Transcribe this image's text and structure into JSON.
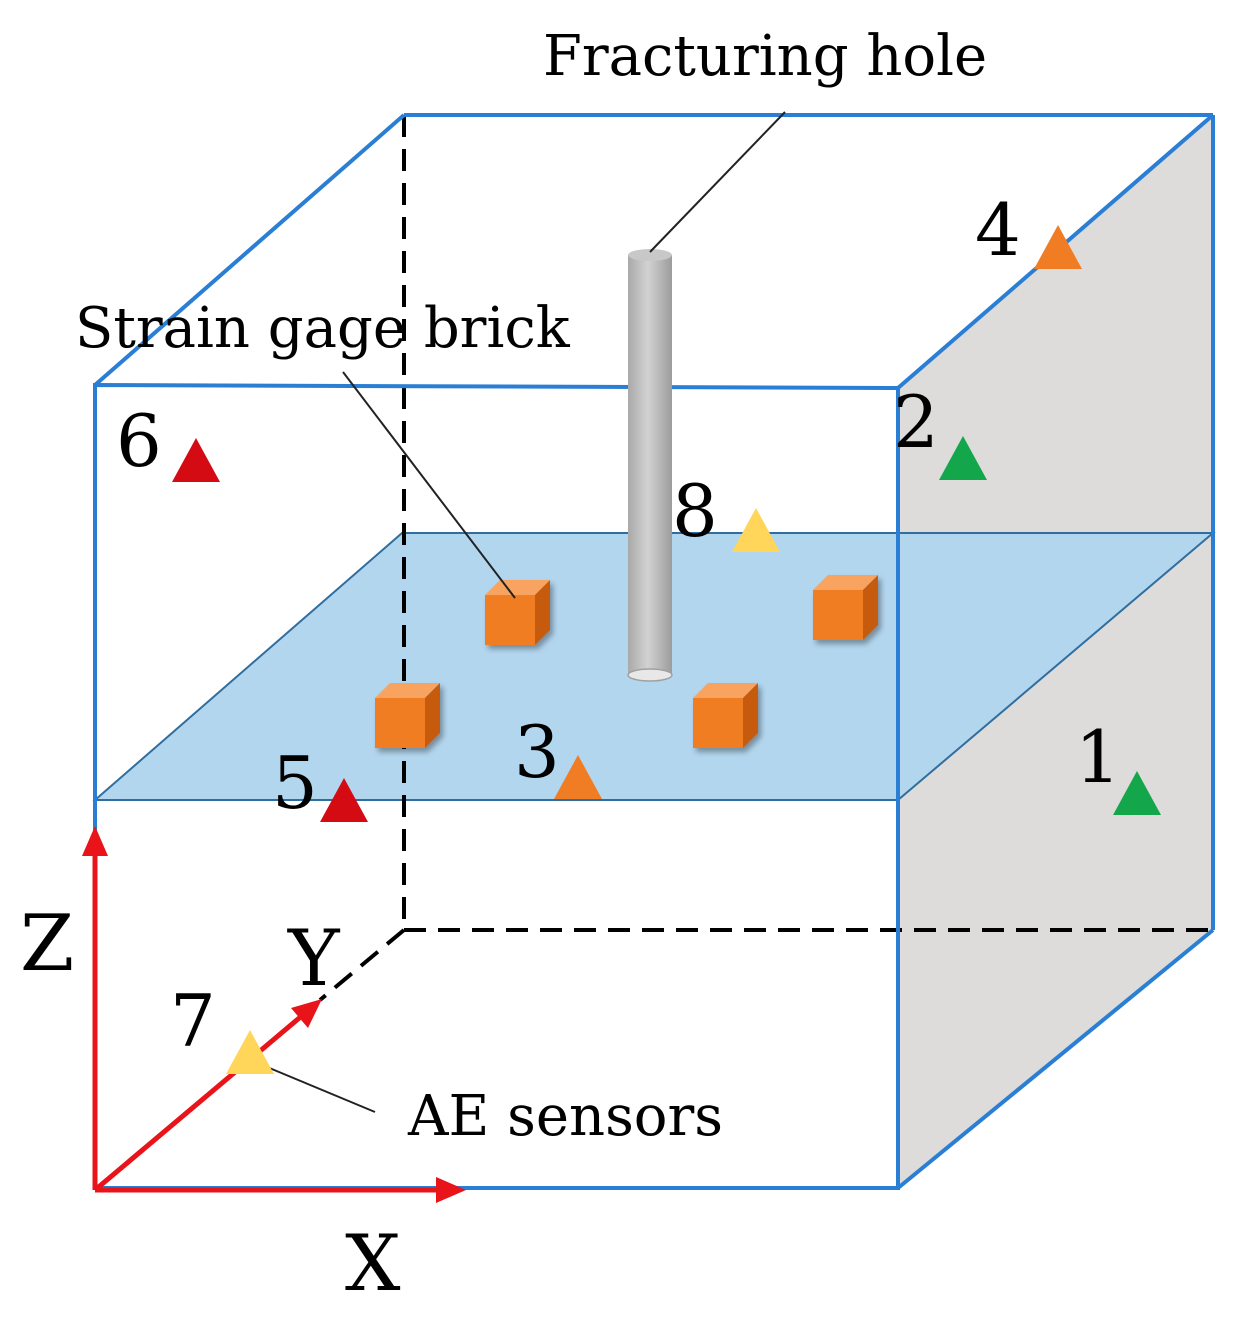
{
  "labels": {
    "fracturing_hole": "Fracturing hole",
    "strain_gage_brick": "Strain gage brick",
    "ae_sensors": "AE sensors"
  },
  "axes": {
    "x": "X",
    "y": "Y",
    "z": "Z"
  },
  "sensors": [
    {
      "id": "1",
      "color": "#13a64a"
    },
    {
      "id": "2",
      "color": "#13a64a"
    },
    {
      "id": "3",
      "color": "#f07d23"
    },
    {
      "id": "4",
      "color": "#f07d23"
    },
    {
      "id": "5",
      "color": "#d40b12"
    },
    {
      "id": "6",
      "color": "#d40b12"
    },
    {
      "id": "7",
      "color": "#ffd55a"
    },
    {
      "id": "8",
      "color": "#ffd55a"
    }
  ],
  "colors": {
    "box_edge": "#2a7fd4",
    "fracture_plane": "#b3d6ef",
    "side_face": "#dddcdb",
    "axis": "#e8141a",
    "brick": "#f07d23",
    "pipe": "#bdbdbd"
  }
}
